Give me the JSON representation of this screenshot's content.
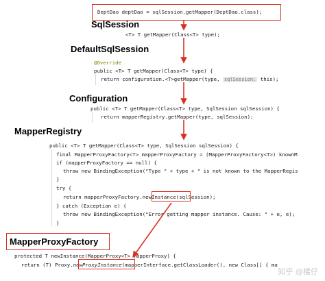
{
  "top_call": {
    "text": "DeptDao deptDao = sqlSession.getMapper(DeptDao.class);"
  },
  "sections": {
    "sqlsession": {
      "title": "SqlSession",
      "lines": [
        "<T> T getMapper(Class<T> type);"
      ]
    },
    "defaultsqlsession": {
      "title": "DefaultSqlSession",
      "annotation": "@Override",
      "sig": "public <T> T getMapper(Class<T> type) {",
      "ret_a": "return configuration.<T>getMapper(type, ",
      "ret_hint": "sqlSession:",
      "ret_b": " this);"
    },
    "configuration": {
      "title": "Configuration",
      "sig": "public <T> T getMapper(Class<T> type, SqlSession sqlSession) {",
      "ret": "return mapperRegistry.getMapper(type, sqlSession);"
    },
    "mapperregistry": {
      "title": "MapperRegistry",
      "l1": "public <T> T getMapper(Class<T> type, SqlSession sqlSession) {",
      "l2": "final MapperProxyFactory<T> mapperProxyFactory = (MapperProxyFactory<T>) knownM",
      "l3": "if (mapperProxyFactory == null) {",
      "l4": "throw new BindingException(\"Type \" + type + \" is not known to the MapperRegis",
      "l5": "}",
      "l6": "try {",
      "l7a": "return mapperProxyFactory.",
      "l7b": "newInstance",
      "l7c": "(sqlSession);",
      "l8": "} catch (Exception e) {",
      "l9": "throw new BindingException(\"Error getting mapper instance. Cause: \" + e, e);",
      "l10": "}"
    },
    "mapperproxyfactory": {
      "title": "MapperProxyFactory",
      "l1": "protected T newInstance(MapperProxy<T> mapperProxy) {",
      "l2a": "return (T) Proxy.",
      "l2b": "newProxyInstance",
      "l2c": "(mapperInterface.getClassLoader(), new Class[] { ma"
    }
  },
  "watermark": "知乎 @楼仔",
  "colors": {
    "highlight_border": "#d93025",
    "arrow": "#d93025"
  }
}
